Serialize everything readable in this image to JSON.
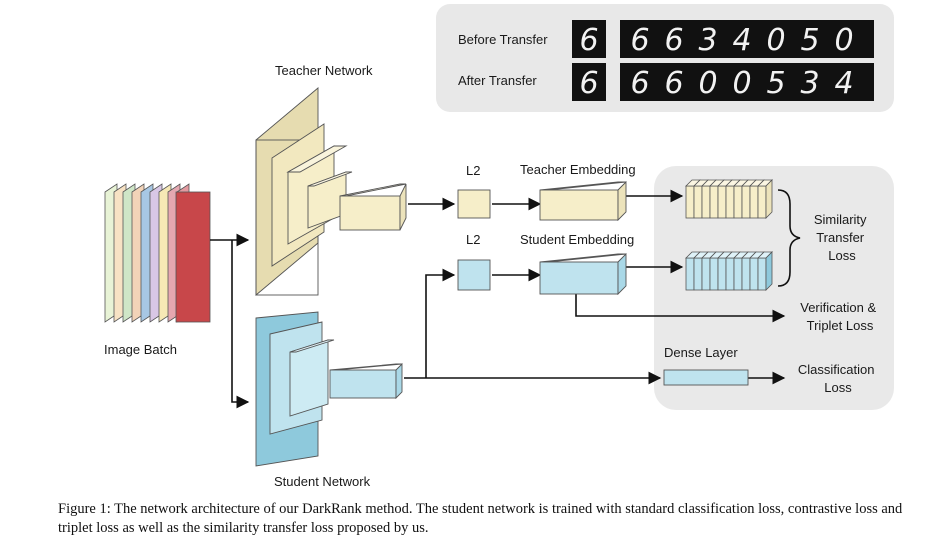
{
  "labels": {
    "teacher_network": "Teacher Network",
    "student_network": "Student Network",
    "image_batch": "Image Batch",
    "l2_teacher": "L2",
    "l2_student": "L2",
    "teacher_embedding": "Teacher Embedding",
    "student_embedding": "Student Embedding",
    "similarity_loss": [
      "Similarity",
      "Transfer",
      "Loss"
    ],
    "verification_loss": [
      "Verification &",
      "Triplet Loss"
    ],
    "dense_layer": "Dense Layer",
    "classification_loss": [
      "Classification",
      "Loss"
    ]
  },
  "transfer_panel": {
    "before_label": "Before Transfer",
    "after_label": "After Transfer",
    "before_query": "6",
    "before_ranking": [
      "6",
      "6",
      "3",
      "4",
      "0",
      "5",
      "0"
    ],
    "after_query": "6",
    "after_ranking": [
      "6",
      "6",
      "0",
      "0",
      "5",
      "3",
      "4"
    ]
  },
  "caption": "Figure 1: The network architecture of our DarkRank method. The student network is trained with standard classification loss, contrastive loss and triplet loss as well as the similarity transfer loss proposed by us.",
  "colors": {
    "teacher_fill": "#f6eec9",
    "student_fill": "#bfe3ee",
    "student_dark": "#8ec9dc",
    "batch_red": "#c8474a",
    "panel_gray": "#e8e8e8",
    "loss_panel_gray": "#e9e9e9"
  }
}
